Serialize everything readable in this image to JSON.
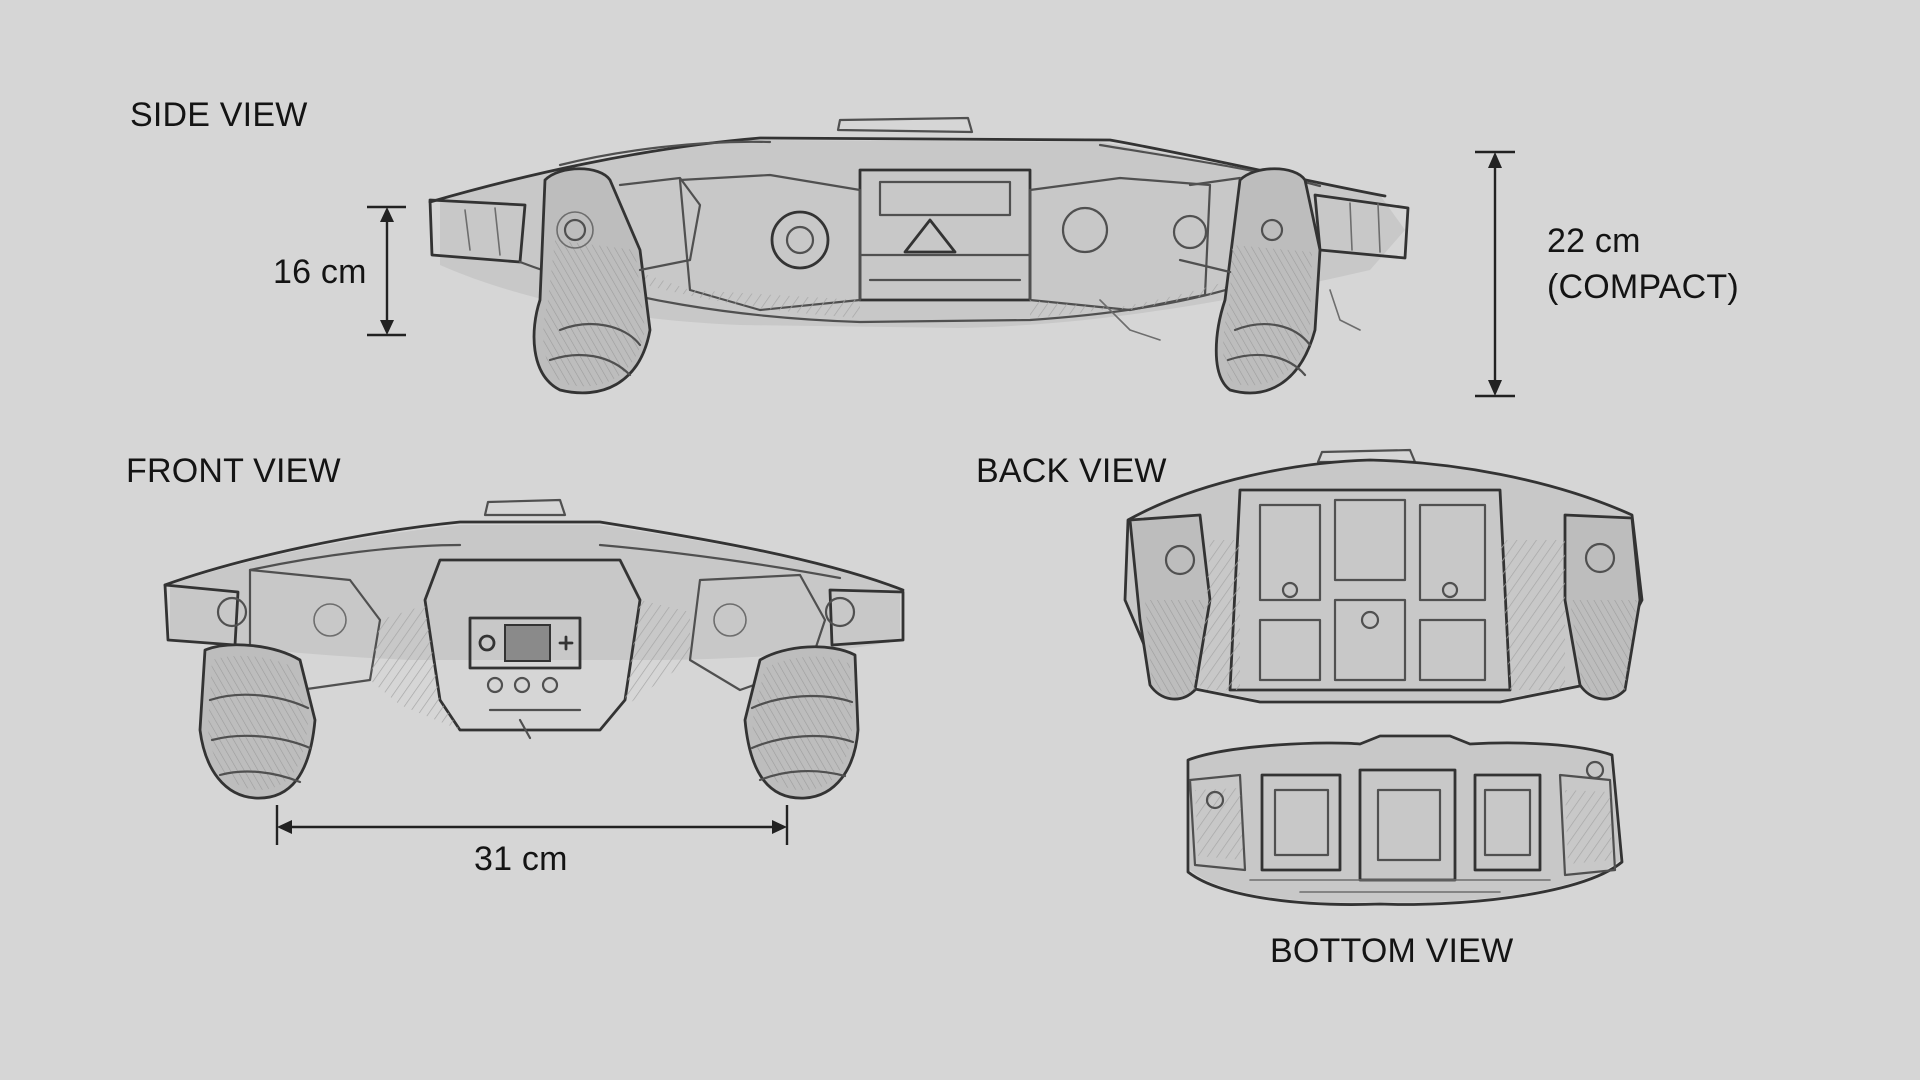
{
  "views": {
    "side": {
      "label": "SIDE VIEW",
      "dimension_left": "16 cm",
      "dimension_right_line1": "22 cm",
      "dimension_right_line2": "(COMPACT)"
    },
    "front": {
      "label": "FRONT VIEW",
      "dimension_bottom": "31 cm"
    },
    "back": {
      "label": "BACK VIEW"
    },
    "bottom": {
      "label": "BOTTOM VIEW"
    }
  },
  "colors": {
    "background": "#d6d6d6",
    "pencil": "#4a4a4a",
    "text": "#141414"
  },
  "icons": [
    "robot-sketch-side",
    "robot-sketch-front",
    "robot-sketch-back",
    "robot-sketch-bottom",
    "dimension-arrow"
  ]
}
